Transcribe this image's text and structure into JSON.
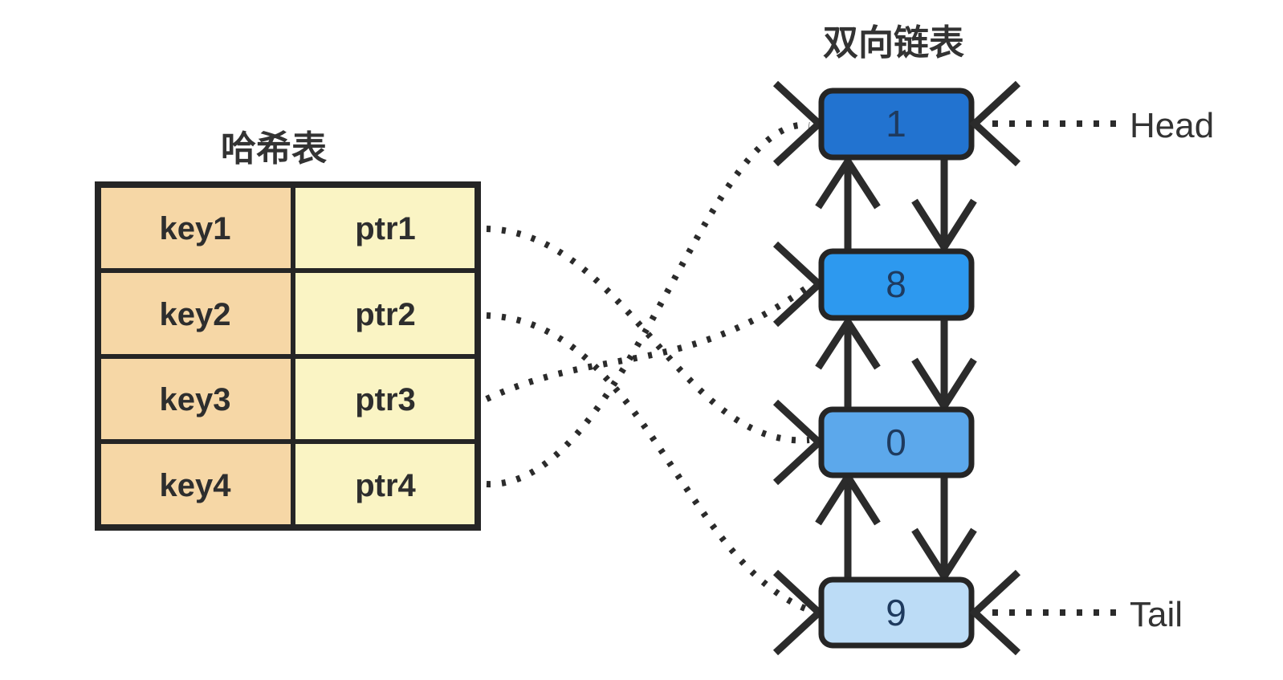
{
  "diagram": {
    "type": "lru-cache-structure",
    "hash_table": {
      "title": "哈希表",
      "rows": [
        {
          "key": "key1",
          "ptr": "ptr1"
        },
        {
          "key": "key2",
          "ptr": "ptr2"
        },
        {
          "key": "key3",
          "ptr": "ptr3"
        },
        {
          "key": "key4",
          "ptr": "ptr4"
        }
      ],
      "colors": {
        "key_cell": "#F6D7A6",
        "ptr_cell": "#FAF4C4"
      }
    },
    "linked_list": {
      "title": "双向链表",
      "head_label": "Head",
      "tail_label": "Tail",
      "nodes": [
        {
          "label": "1",
          "fill": "#2273D0"
        },
        {
          "label": "8",
          "fill": "#2D99EF"
        },
        {
          "label": "0",
          "fill": "#5CA8EB"
        },
        {
          "label": "9",
          "fill": "#BCDCF6"
        }
      ]
    },
    "connections": [
      {
        "from": "ptr1",
        "to": "0"
      },
      {
        "from": "ptr2",
        "to": "9"
      },
      {
        "from": "ptr3",
        "to": "8"
      },
      {
        "from": "ptr4",
        "to": "1"
      }
    ],
    "colors": {
      "line": "#2B2B2B",
      "border": "#252525",
      "text": "#333333",
      "node_text": "#1E3A5E",
      "background": "#FFFFFF"
    }
  }
}
